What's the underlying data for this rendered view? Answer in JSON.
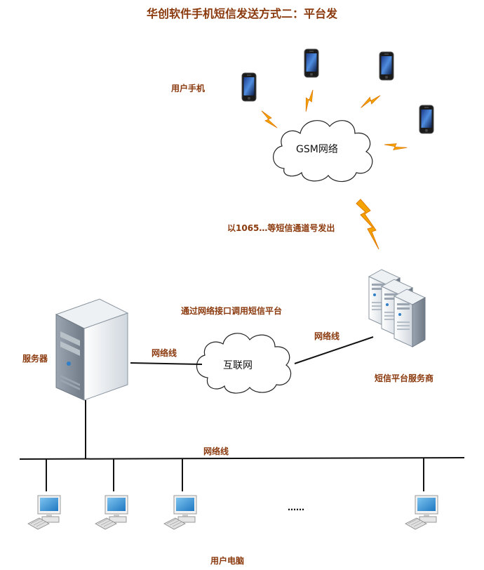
{
  "title": "华创软件手机短信发送方式二：平台发",
  "labels": {
    "user_phone": "用户手机",
    "gsm_network": "GSM网络",
    "sms_channel": "以1065…等短信通道号发出",
    "via_api": "通过网络接口调用短信平台",
    "network_cable_left": "网络线",
    "network_cable_right": "网络线",
    "network_cable_bus": "网络线",
    "internet": "互联网",
    "server": "服务器",
    "sms_provider": "短信平台服务商",
    "ellipsis": "……",
    "user_pc": "用户电脑"
  },
  "colors": {
    "label": "#8b3a0e",
    "lightning": "#f4a300",
    "line": "#111111",
    "cloud_fill": "#ffffff"
  },
  "icons": [
    "smartphone-icon",
    "lightning-icon",
    "cloud-icon",
    "server-tower-icon",
    "server-rack-icon",
    "desktop-computer-icon"
  ]
}
